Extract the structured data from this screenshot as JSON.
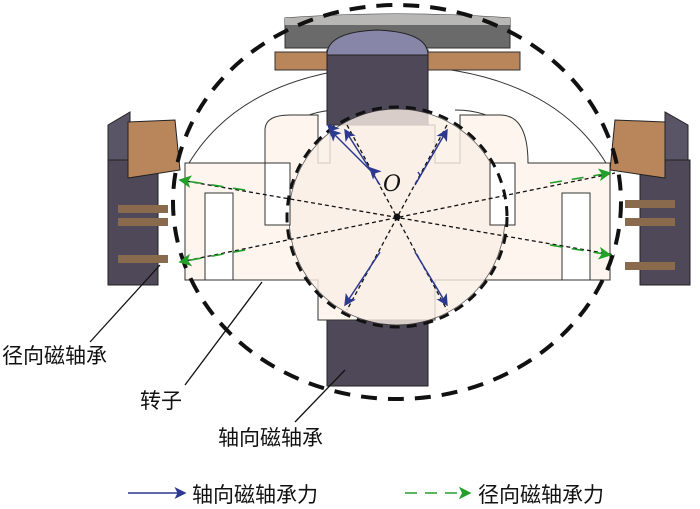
{
  "center_label": "O",
  "labels": {
    "radial_bearing": "径向磁轴承",
    "rotor": "转子",
    "axial_bearing": "轴向磁轴承"
  },
  "legend": [
    {
      "label": "轴向磁轴承力",
      "color": "#2b3990",
      "style": "solid-arrow"
    },
    {
      "label": "径向磁轴承力",
      "color": "#22a02a",
      "style": "dashed-arrow"
    }
  ]
}
